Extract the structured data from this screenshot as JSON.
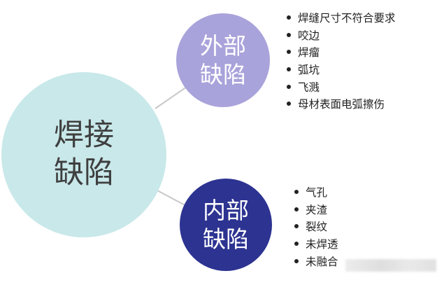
{
  "diagram": {
    "center": {
      "label": "焊接\n缺陷",
      "color": "#c9e8ea"
    },
    "external": {
      "label": "外部\n缺陷",
      "color": "#a9a3db",
      "items": [
        "焊缝尺寸不符合要求",
        "咬边",
        "焊瘤",
        "弧坑",
        "飞溅",
        "母材表面电弧擦伤"
      ]
    },
    "internal": {
      "label": "内部\n缺陷",
      "color": "#2c3391",
      "items": [
        "气孔",
        "夹渣",
        "裂纹",
        "未焊透",
        "未融合"
      ]
    },
    "connector_color": "#c8c8c8"
  }
}
